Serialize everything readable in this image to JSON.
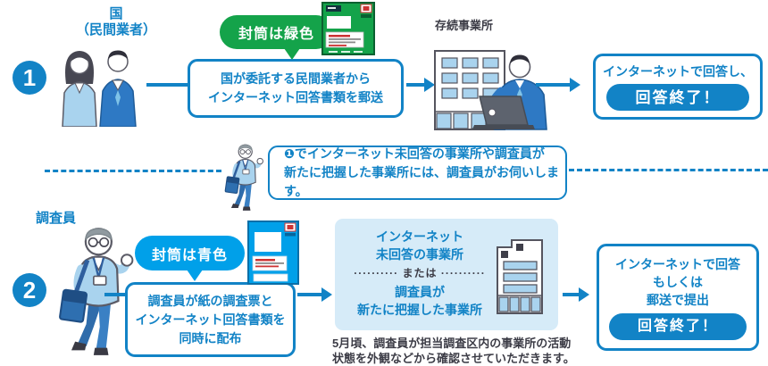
{
  "palette": {
    "blue": "#1283c6",
    "cyan": "#00a0e9",
    "green": "#14a34a",
    "light_blue": "#d6ebf8",
    "dark": "#3c3c46"
  },
  "step1": {
    "number": "1",
    "actor_line1": "国",
    "actor_line2": "（民間業者）",
    "envelope_callout": "封筒は緑色",
    "action_line1": "国が委託する民間業者から",
    "action_line2": "インターネット回答書類を郵送",
    "recipient_label": "存続事業所",
    "result_line": "インターネットで回答し、",
    "result_badge": "回答終了！"
  },
  "interlude": {
    "line1": "❶でインターネット未回答の事業所や調査員が",
    "line2": "新たに把握した事業所には、調査員がお伺いします。"
  },
  "step2": {
    "number": "2",
    "actor_label": "調査員",
    "envelope_callout": "封筒は青色",
    "action_line1": "調査員が紙の調査票と",
    "action_line2": "インターネット回答書類を",
    "action_line3": "同時に配布",
    "recipient_line1": "インターネット",
    "recipient_line2": "未回答の事業所",
    "recipient_or": "·········· または ··········",
    "recipient_line3": "調査員が",
    "recipient_line4": "新たに把握した事業所",
    "footnote_line1": "5月頃、調査員が担当調査区内の事業所の活動",
    "footnote_line2": "状態を外観などから確認させていただきます。",
    "result_line1": "インターネットで回答",
    "result_line2": "もしくは",
    "result_line3": "郵送で提出",
    "result_badge": "回答終了！"
  }
}
